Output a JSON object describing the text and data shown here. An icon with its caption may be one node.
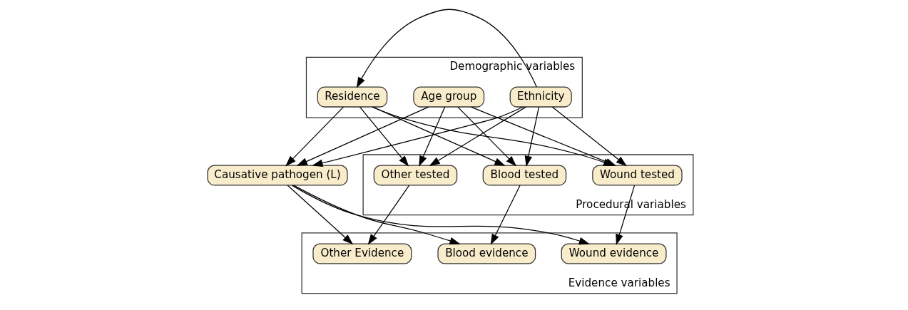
{
  "diagram": {
    "nodes": [
      {
        "text": [
          "Demographic variables"
        ]
      },
      {
        "text": [
          "Ethnicity"
        ],
        "in": 0
      },
      {
        "text": [
          "Residence"
        ],
        "in": 0
      },
      {
        "text": [
          "Age group"
        ],
        "in": 0
      },
      {
        "text": [
          "Causative pathogen (L)"
        ]
      },
      {
        "text": [
          "Procedural variables"
        ]
      },
      {
        "text": [
          "Blood tested"
        ],
        "in": 5
      },
      {
        "text": [
          "Wound tested"
        ],
        "in": 5
      },
      {
        "text": [
          "Other tested"
        ],
        "in": 5
      },
      {
        "text": [
          "Evidence variables"
        ]
      },
      {
        "text": [
          "Blood evidence"
        ],
        "in": 9
      },
      {
        "text": [
          "Wound evidence"
        ],
        "in": 9
      },
      {
        "text": [
          "Other Evidence"
        ],
        "in": 9
      }
    ],
    "edges": [
      {
        "from": 1,
        "to": 2,
        "arrow": "to"
      },
      {
        "from": 1,
        "to": 4,
        "arrow": "to"
      },
      {
        "from": 1,
        "to": 6,
        "arrow": "to"
      },
      {
        "from": 1,
        "to": 7,
        "arrow": "to"
      },
      {
        "from": 1,
        "to": 8,
        "arrow": "to"
      },
      {
        "from": 2,
        "to": 4,
        "arrow": "to"
      },
      {
        "from": 2,
        "to": 6,
        "arrow": "to"
      },
      {
        "from": 2,
        "to": 7,
        "arrow": "to"
      },
      {
        "from": 2,
        "to": 8,
        "arrow": "to"
      },
      {
        "from": 3,
        "to": 4,
        "arrow": "to"
      },
      {
        "from": 3,
        "to": 6,
        "arrow": "to"
      },
      {
        "from": 3,
        "to": 7,
        "arrow": "to"
      },
      {
        "from": 3,
        "to": 8,
        "arrow": "to"
      },
      {
        "from": 4,
        "to": 10,
        "arrow": "to"
      },
      {
        "from": 4,
        "to": 11,
        "arrow": "to"
      },
      {
        "from": 4,
        "to": 12,
        "arrow": "to"
      },
      {
        "from": 6,
        "to": 10,
        "arrow": "to"
      },
      {
        "from": 7,
        "to": 11,
        "arrow": "to"
      },
      {
        "from": 8,
        "to": 12,
        "arrow": "to"
      }
    ]
  }
}
